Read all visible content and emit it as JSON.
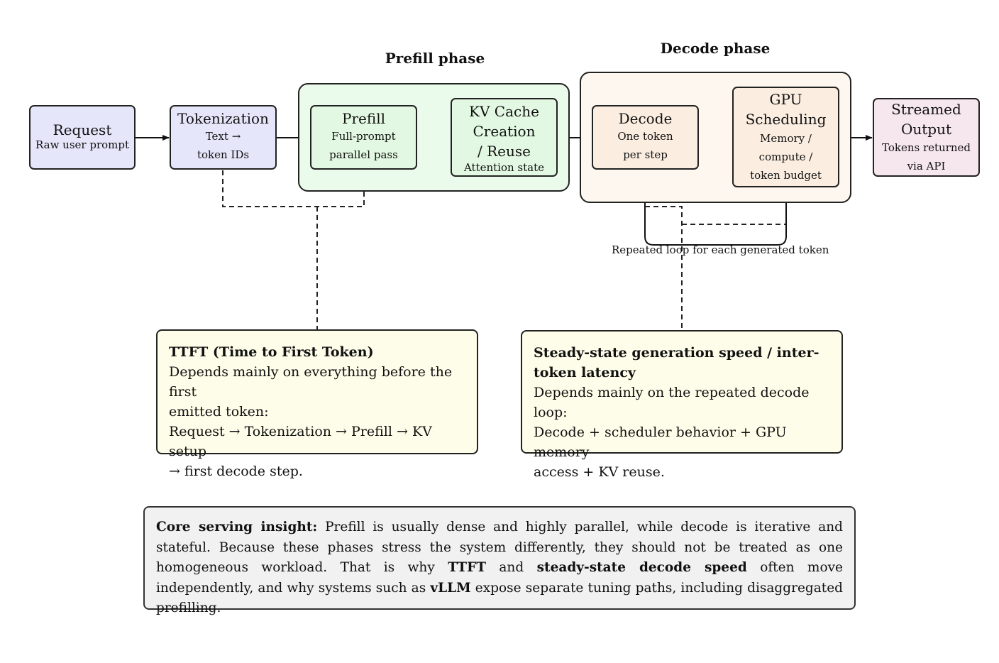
{
  "phases": {
    "prefill": "Prefill phase",
    "decode": "Decode phase"
  },
  "nodes": {
    "request": {
      "title": "Request",
      "sub": "Raw user prompt"
    },
    "tokenization": {
      "title": "Tokenization",
      "sub1": "Text →",
      "sub2": "token IDs"
    },
    "prefill": {
      "title": "Prefill",
      "sub1": "Full-prompt",
      "sub2": "parallel pass"
    },
    "kv_cache": {
      "title1": "KV Cache",
      "title2": "Creation",
      "title3": "/ Reuse",
      "sub": "Attention state"
    },
    "decode": {
      "title": "Decode",
      "sub1": "One token",
      "sub2": "per step"
    },
    "gpu": {
      "title1": "GPU",
      "title2": "Scheduling",
      "sub1": "Memory /",
      "sub2": "compute /",
      "sub3": "token budget"
    },
    "output": {
      "title1": "Streamed",
      "title2": "Output",
      "sub1": "Tokens returned",
      "sub2": "via API"
    }
  },
  "loop_label": "Repeated loop for each generated token",
  "notes": {
    "ttft": {
      "title": "TTFT (Time to First Token)",
      "line1": "Depends mainly on everything before the first",
      "line2": "emitted token:",
      "line3": "Request → Tokenization → Prefill → KV setup",
      "line4": "→ first decode step."
    },
    "steady": {
      "title1": "Steady-state generation speed / inter-",
      "title2": "token latency",
      "line1": "Depends mainly on the repeated decode loop:",
      "line2": "Decode + scheduler behavior + GPU memory",
      "line3": "access + KV reuse."
    }
  },
  "insight": {
    "label": "Core serving insight:",
    "text1": " Prefill is usually dense and highly parallel, while decode is iterative and stateful. Because these phases stress the system differently, they should not be treated as one homogeneous workload. That is why ",
    "ttft": "TTFT",
    "text2": " and ",
    "steady": "steady-state decode speed",
    "text3": " often move independently, and why systems such as ",
    "vllm": "vLLM",
    "text4": " expose separate tuning paths, including disaggregated prefilling."
  },
  "colors": {
    "request": "#e6e6fb",
    "tokenization": "#e6e6fb",
    "prefill_group": "#ebfbeb",
    "prefill_node": "#e2f8e2",
    "decode_group": "#fdf7f0",
    "decode_node": "#fbeee1",
    "output": "#f6e6ee",
    "note": "#fdfde9",
    "insight": "#f1f1f1"
  }
}
